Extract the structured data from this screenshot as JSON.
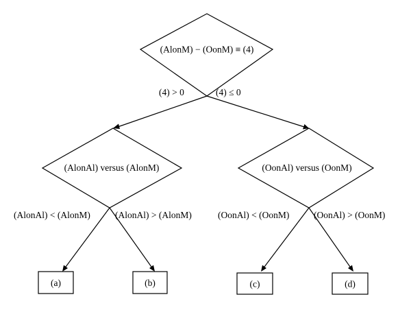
{
  "root": {
    "label": "(AlonM) − (OonM) ≡ (4)"
  },
  "root_branches": {
    "left": "(4) > 0",
    "right": "(4) ≤ 0"
  },
  "left_node": {
    "label": "(AlonAl) versus (AlonM)"
  },
  "right_node": {
    "label": "(OonAl) versus (OonM)"
  },
  "left_branches": {
    "left": "(AlonAl) < (AlonM)",
    "right": "(AlonAl) > (AlonM)"
  },
  "right_branches": {
    "left": "(OonAl) < (OonM)",
    "right": "(OonAl) > (OonM)"
  },
  "leaves": {
    "a": "(a)",
    "b": "(b)",
    "c": "(c)",
    "d": "(d)"
  }
}
